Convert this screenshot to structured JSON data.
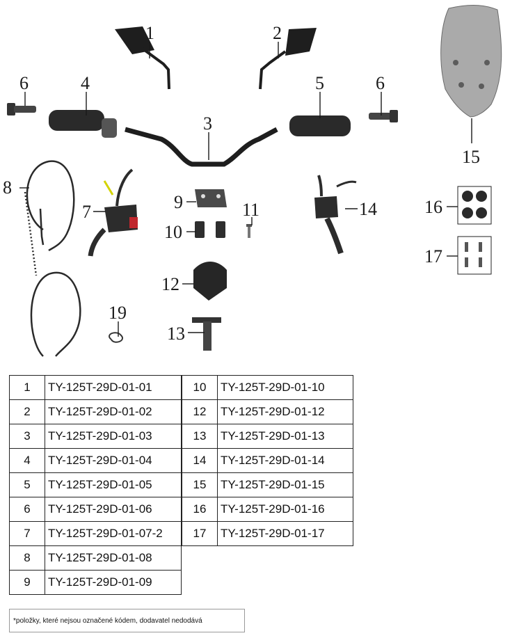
{
  "callouts": [
    "1",
    "2",
    "3",
    "4",
    "5",
    "6",
    "6",
    "7",
    "8",
    "9",
    "10",
    "11",
    "12",
    "13",
    "14",
    "15",
    "16",
    "17",
    "19"
  ],
  "parts_left": [
    {
      "num": "1",
      "code": "TY-125T-29D-01-01"
    },
    {
      "num": "2",
      "code": "TY-125T-29D-01-02"
    },
    {
      "num": "3",
      "code": "TY-125T-29D-01-03"
    },
    {
      "num": "4",
      "code": "TY-125T-29D-01-04"
    },
    {
      "num": "5",
      "code": "TY-125T-29D-01-05"
    },
    {
      "num": "6",
      "code": "TY-125T-29D-01-06"
    },
    {
      "num": "7",
      "code": "TY-125T-29D-01-07-2"
    },
    {
      "num": "8",
      "code": "TY-125T-29D-01-08"
    },
    {
      "num": "9",
      "code": "TY-125T-29D-01-09"
    }
  ],
  "parts_right": [
    {
      "num": "10",
      "code": "TY-125T-29D-01-10"
    },
    {
      "num": "12",
      "code": "TY-125T-29D-01-12"
    },
    {
      "num": "13",
      "code": "TY-125T-29D-01-13"
    },
    {
      "num": "14",
      "code": "TY-125T-29D-01-14"
    },
    {
      "num": "15",
      "code": "TY-125T-29D-01-15"
    },
    {
      "num": "16",
      "code": "TY-125T-29D-01-16"
    },
    {
      "num": "17",
      "code": "TY-125T-29D-01-17"
    }
  ],
  "footnote": "*položky, které nejsou označené kódem, dodavatel nedodává"
}
